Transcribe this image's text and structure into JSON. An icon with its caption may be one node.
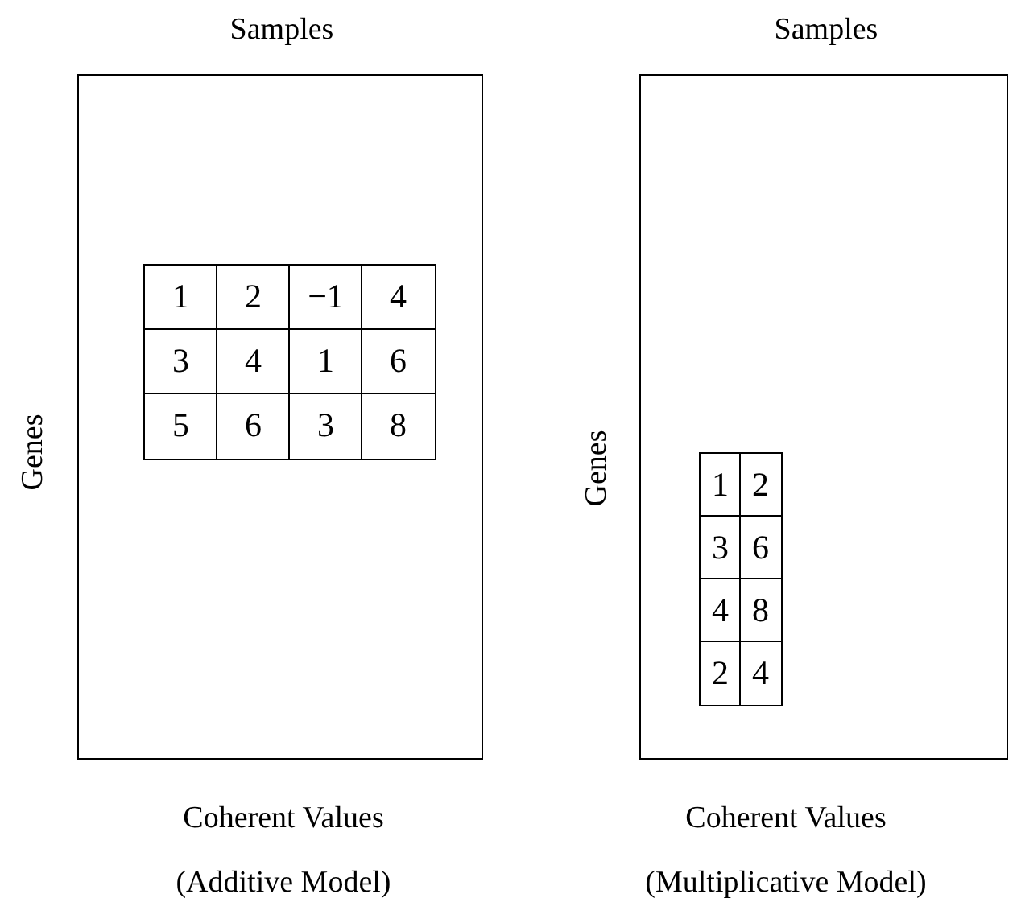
{
  "diagram": {
    "nodes": [
      {
        "text": [
          "Samples"
        ],
        "beside": [
          "Genes",
          "Coherent Values (Additive Model)"
        ]
      },
      {
        "text": [
          "Samples"
        ],
        "beside": [
          "Genes",
          "Coherent Values (Multiplicative Model)"
        ]
      }
    ],
    "edges": [],
    "labels": [
      "1",
      "2",
      "−1",
      "4",
      "3",
      "4",
      "1",
      "6",
      "5",
      "6",
      "3",
      "8",
      "1",
      "2",
      "3",
      "6",
      "4",
      "8",
      "2",
      "4"
    ]
  }
}
